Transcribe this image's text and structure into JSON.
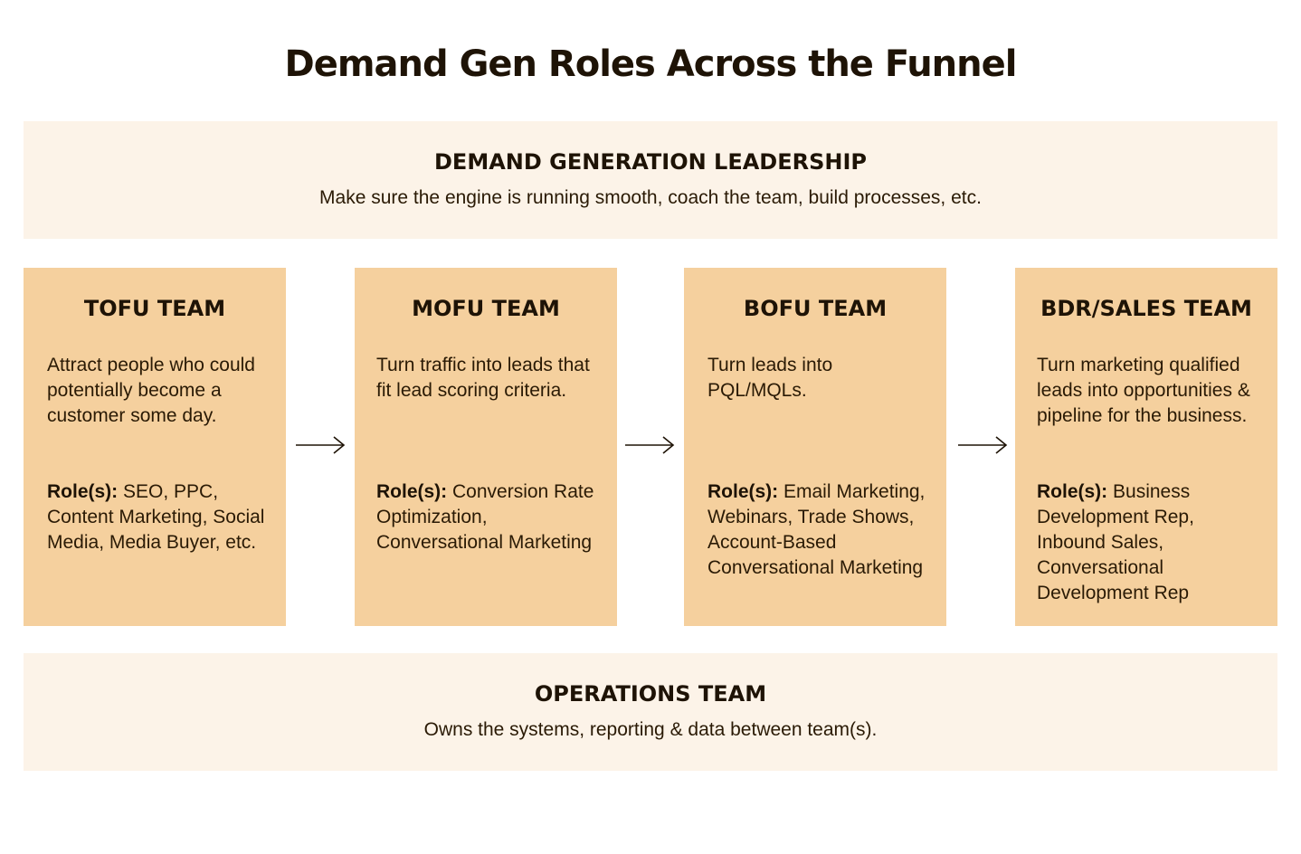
{
  "title": "Demand Gen Roles Across the Funnel",
  "leadership": {
    "title": "DEMAND GENERATION LEADERSHIP",
    "description": "Make sure the engine is running smooth, coach the team, build processes, etc."
  },
  "teams": [
    {
      "title": "TOFU TEAM",
      "description": "Attract people who could potentially become a customer some day.",
      "roles_label": "Role(s):",
      "roles": " SEO, PPC, Content Marketing, Social Media, Media Buyer, etc."
    },
    {
      "title": "MOFU TEAM",
      "description": "Turn traffic into leads that fit lead scoring criteria.",
      "roles_label": "Role(s):",
      "roles": " Conversion Rate Optimization, Conversational Marketing"
    },
    {
      "title": "BOFU TEAM",
      "description": "Turn leads into PQL/MQLs.",
      "roles_label": "Role(s):",
      "roles": " Email Marketing, Webinars, Trade Shows, Account-Based Conversational Marketing"
    },
    {
      "title": "BDR/SALES TEAM",
      "description": "Turn marketing qualified leads into opportunities & pipeline for the business.",
      "roles_label": "Role(s):",
      "roles": " Business Development Rep, Inbound Sales, Conversational Development Rep"
    }
  ],
  "operations": {
    "title": "OPERATIONS TEAM",
    "description": "Owns the systems, reporting & data between team(s)."
  },
  "colors": {
    "card_fill": "#f5d09e",
    "band_fill": "#fcf3e8",
    "text": "#1e1306"
  },
  "icons": {
    "connector": "right-arrow"
  }
}
